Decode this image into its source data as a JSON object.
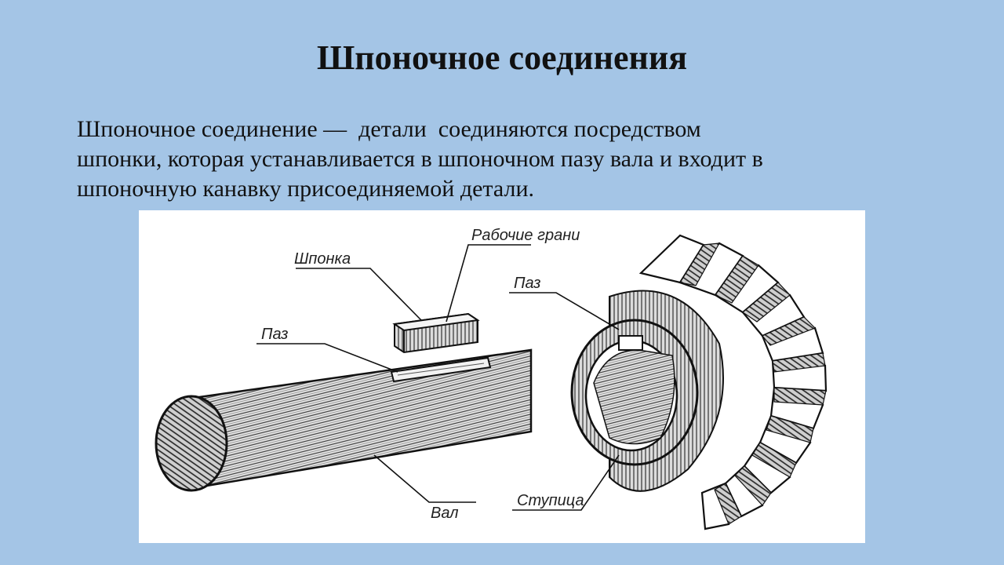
{
  "slide": {
    "title": "Шпоночное соединения",
    "body_lines": [
      "Шпоночное соединение —  детали  соединяются посредством",
      "шпонки, которая устанавливается в шпоночном пазу вала и входит в",
      "шпоночную канавку присоединяемой детали."
    ]
  },
  "figure": {
    "labels": {
      "key": "Шпонка",
      "working_faces": "Рабочие грани",
      "shaft_groove": "Паз",
      "hub_groove": "Паз",
      "shaft": "Вал",
      "hub": "Ступица"
    }
  },
  "colors": {
    "background": "#a4c5e6",
    "figure_background": "#ffffff",
    "text": "#111111"
  }
}
